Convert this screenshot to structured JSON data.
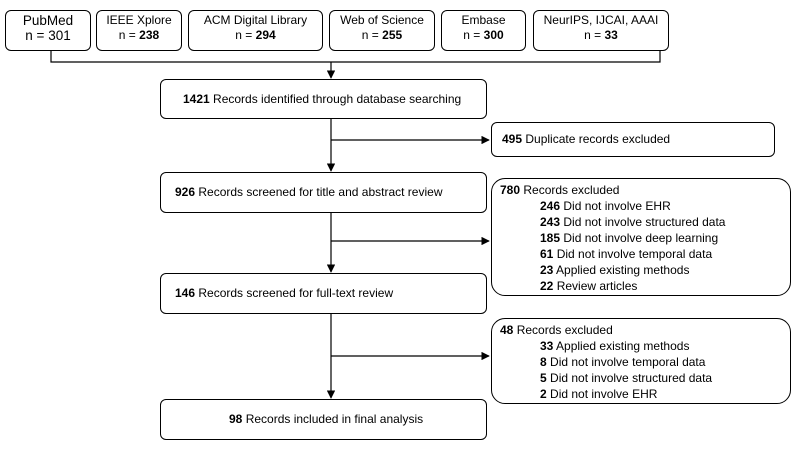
{
  "sources": [
    {
      "name": "PubMed",
      "n_prefix": "n = ",
      "count": "301"
    },
    {
      "name": "IEEE Xplore",
      "n_prefix": "n = ",
      "count": "238"
    },
    {
      "name": "ACM Digital Library",
      "n_prefix": "n = ",
      "count": "294"
    },
    {
      "name": "Web of Science",
      "n_prefix": "n = ",
      "count": "255"
    },
    {
      "name": "Embase",
      "n_prefix": "n = ",
      "count": "300"
    },
    {
      "name": "NeurIPS, IJCAI, AAAI",
      "n_prefix": "n = ",
      "count": "33"
    }
  ],
  "identified": {
    "count": "1421",
    "text": " Records identified through database searching"
  },
  "duplicates": {
    "count": "495",
    "text": " Duplicate records excluded"
  },
  "screened": {
    "count": "926",
    "text": " Records screened for title and abstract review"
  },
  "excluded1": {
    "count": "780",
    "text": " Records excluded",
    "reasons": [
      {
        "count": "246",
        "text": " Did not involve EHR"
      },
      {
        "count": "243",
        "text": " Did not involve structured data"
      },
      {
        "count": "185",
        "text": " Did not involve deep learning"
      },
      {
        "count": "61",
        "text": " Did not involve temporal data"
      },
      {
        "count": "23",
        "text": " Applied existing methods"
      },
      {
        "count": "22",
        "text": " Review articles"
      }
    ]
  },
  "fulltext": {
    "count": "146",
    "text": " Records screened for full-text review"
  },
  "excluded2": {
    "count": "48",
    "text": " Records excluded",
    "reasons": [
      {
        "count": "33",
        "text": " Applied existing methods"
      },
      {
        "count": "8",
        "text": " Did not involve temporal data"
      },
      {
        "count": "5",
        "text": " Did not involve structured data"
      },
      {
        "count": "2",
        "text": " Did not involve EHR"
      }
    ]
  },
  "included": {
    "count": "98",
    "text": " Records included in final analysis"
  }
}
